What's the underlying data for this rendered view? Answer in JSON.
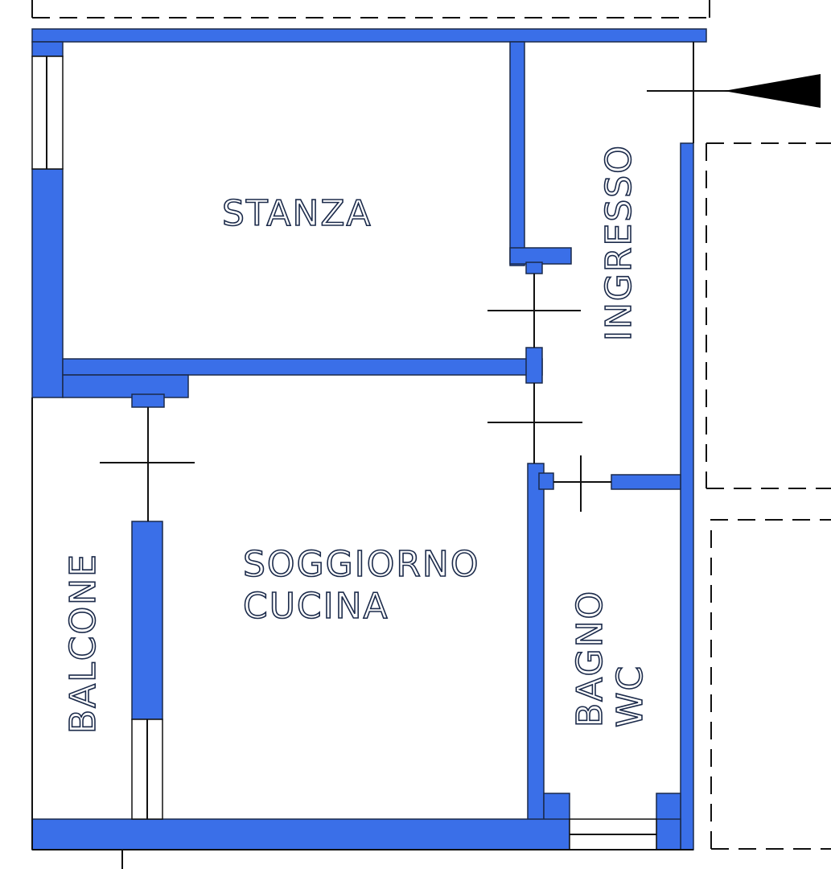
{
  "rooms": {
    "stanza": "STANZA",
    "ingresso": "INGRESSO",
    "soggiorno_line1": "SOGGIORNO",
    "soggiorno_line2": "CUCINA",
    "balcone": "BALCONE",
    "bagno_line1": "BAGNO",
    "bagno_line2": "WC"
  },
  "colors": {
    "wall": "#3a6fe8",
    "line": "#111111",
    "background": "#ffffff"
  },
  "icons": {
    "entrance": "entrance-arrow-icon"
  }
}
